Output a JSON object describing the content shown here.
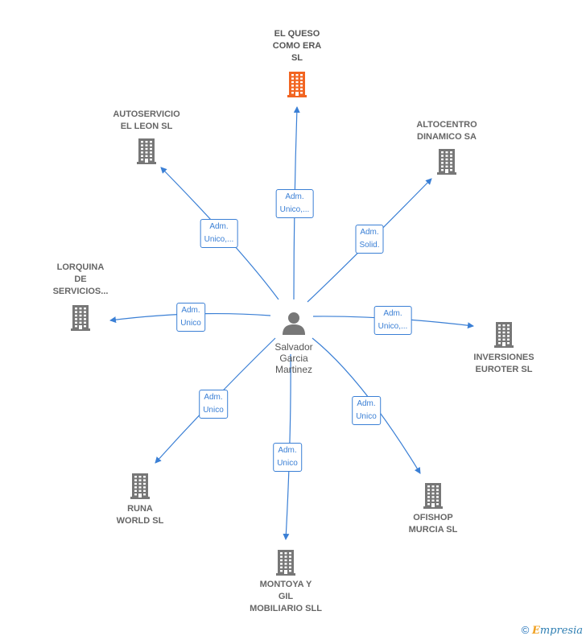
{
  "center": {
    "name_lines": [
      "Salvador",
      "Garcia",
      "Martinez"
    ]
  },
  "companies": [
    {
      "id": "queso",
      "lines": [
        "EL QUESO",
        "COMO ERA",
        "SL"
      ],
      "highlight": true,
      "relation_lines": [
        "Adm.",
        "Unico,..."
      ]
    },
    {
      "id": "autoservicio",
      "lines": [
        "AUTOSERVICIO",
        "EL LEON  SL"
      ],
      "highlight": false,
      "relation_lines": [
        "Adm.",
        "Unico,..."
      ]
    },
    {
      "id": "altocentro",
      "lines": [
        "ALTOCENTRO",
        "DINAMICO SA"
      ],
      "highlight": false,
      "relation_lines": [
        "Adm.",
        "Solid."
      ]
    },
    {
      "id": "lorquina",
      "lines": [
        "LORQUINA",
        "DE",
        "SERVICIOS..."
      ],
      "highlight": false,
      "relation_lines": [
        "Adm.",
        "Unico"
      ]
    },
    {
      "id": "inversiones",
      "lines": [
        "INVERSIONES",
        "EUROTER SL"
      ],
      "highlight": false,
      "relation_lines": [
        "Adm.",
        "Unico,..."
      ]
    },
    {
      "id": "runa",
      "lines": [
        "RUNA",
        "WORLD SL"
      ],
      "highlight": false,
      "relation_lines": [
        "Adm.",
        "Unico"
      ]
    },
    {
      "id": "montoya",
      "lines": [
        "MONTOYA Y",
        "GIL",
        "MOBILIARIO SLL"
      ],
      "highlight": false,
      "relation_lines": [
        "Adm.",
        "Unico"
      ]
    },
    {
      "id": "ofishop",
      "lines": [
        "OFISHOP",
        "MURCIA  SL"
      ],
      "highlight": false,
      "relation_lines": [
        "Adm.",
        "Unico"
      ]
    }
  ],
  "colors": {
    "edge": "#3a7fd5",
    "building": "#777777",
    "building_highlight": "#f26522",
    "person": "#777777"
  },
  "footer": {
    "copyright_symbol": "©",
    "brand_first": "E",
    "brand_rest": "mpresia"
  }
}
